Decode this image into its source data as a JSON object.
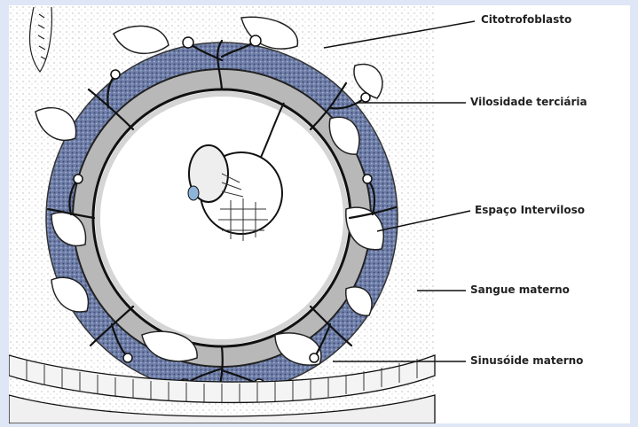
{
  "colors": {
    "page_background": "#dfe6f5",
    "figure_background": "#ffffff",
    "trophoblast_blue": "#7f90b8",
    "line": "#1a1a1a"
  },
  "labels": {
    "citotrofoblasto": "Citotrofoblasto",
    "vilosidade_terciaria": "Vilosidade terciária",
    "espaco_interviloso": "Espaço Interviloso",
    "sangue_materno": "Sangue materno",
    "sinusoide_materno": "Sinusóide materno"
  }
}
